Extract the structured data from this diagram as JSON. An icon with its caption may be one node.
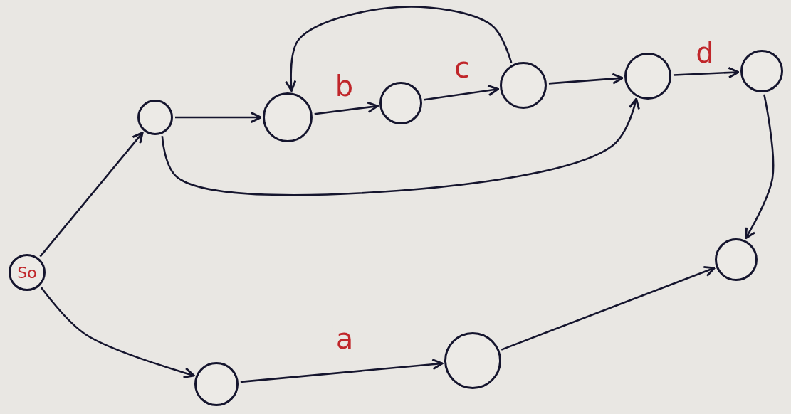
{
  "diagram": {
    "nodes": [
      {
        "text": [
          "So"
        ]
      },
      {
        "text": [],
        "shape": "circle"
      },
      {
        "text": [],
        "shape": "circle"
      },
      {
        "text": [],
        "shape": "circle"
      },
      {
        "text": [],
        "shape": "circle"
      },
      {
        "text": [],
        "shape": "circle"
      },
      {
        "text": [],
        "shape": "circle"
      },
      {
        "text": [],
        "shape": "circle"
      },
      {
        "text": [],
        "shape": "circle"
      },
      {
        "text": [],
        "shape": "circle"
      }
    ],
    "edges": [
      {
        "from": 0,
        "to": 1,
        "arrow": "to"
      },
      {
        "from": 0,
        "to": 8,
        "arrow": "to"
      },
      {
        "from": 1,
        "to": 2,
        "arrow": "to"
      },
      {
        "from": 2,
        "to": 3,
        "label": "b",
        "arrow": "to"
      },
      {
        "from": 3,
        "to": 4,
        "label": "c",
        "arrow": "to"
      },
      {
        "from": 4,
        "to": 2,
        "arrow": "to"
      },
      {
        "from": 4,
        "to": 5,
        "arrow": "to"
      },
      {
        "from": 1,
        "to": 5,
        "arrow": "to"
      },
      {
        "from": 5,
        "to": 6,
        "label": "d",
        "arrow": "to"
      },
      {
        "from": 6,
        "to": 7,
        "arrow": "to"
      },
      {
        "from": 8,
        "to": 9,
        "label": "a",
        "arrow": "to"
      },
      {
        "from": 9,
        "to": 7,
        "arrow": "to"
      }
    ]
  }
}
